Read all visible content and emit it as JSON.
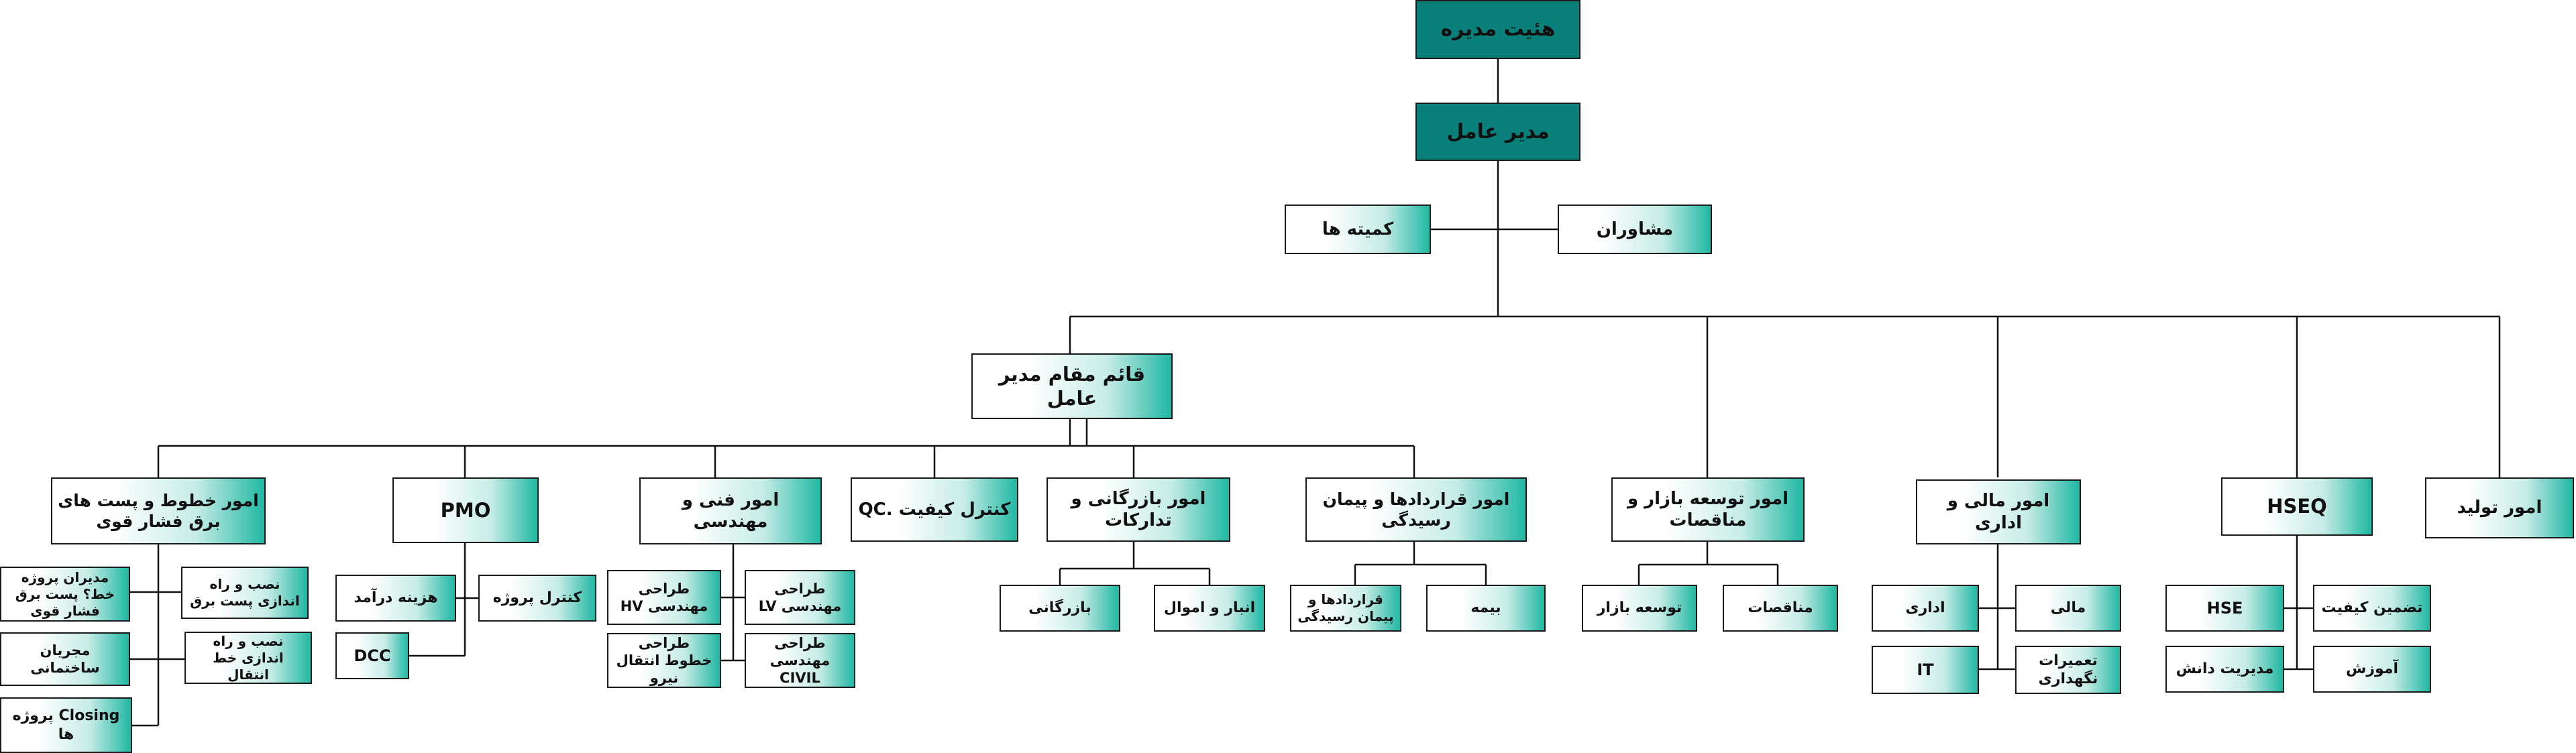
{
  "boxes": {
    "board": "هئیت مدیره",
    "ceo": "مدیر عامل",
    "committees": "کمیته ها",
    "advisors": "مشاوران",
    "deputy": "قائم مقام مدیر عامل",
    "production": "امور تولید",
    "hseq": "HSEQ",
    "finance": "امور مالی و اداری",
    "marketdev": "امور توسعه بازار و مناقصات",
    "contracts": "امور قراردادها و پیمان رسیدگی",
    "commerce": "امور بازرگانی و تدارکات",
    "qc": "کنترل کیفیت .QC",
    "engineering": "امور فنی و مهندسی",
    "pmo": "PMO",
    "lines": "امور خطوط و پست های برق فشار قوی",
    "quality_assurance": "تضمین کیفیت",
    "hse": "HSE",
    "training": "آموزش",
    "knowledge": "مدیریت دانش",
    "finance_unit": "مالی",
    "admin_unit": "اداری",
    "maintenance": "تعمیرات نگهداری",
    "it": "IT",
    "tenders": "مناقصات",
    "market_unit": "توسعه بازار",
    "insurance": "بیمه",
    "contracts_unit": "قراردادها و پیمان رسیدگی",
    "warehouse": "انبار و اموال",
    "commerce_unit": "بازرگانی",
    "lv": "طراحی مهندسی LV",
    "hv": "طراحی مهندسی HV",
    "civil": "طراحی مهندسی CIVIL",
    "transmission_design": "طراحی خطوط انتقال نیرو",
    "project_control": "کنترل پروژه",
    "revenue_cost": "هزینه درآمد",
    "dcc": "DCC",
    "substation_install": "نصب و راه اندازی پست برق",
    "line_install": "نصب و راه اندازی خط انتقال",
    "project_managers": "مدیران پروژه خط؟ پست برق فشار قوی",
    "building_exec": "مجریان ساختمانی",
    "closing": "Closing پروژه ها"
  }
}
